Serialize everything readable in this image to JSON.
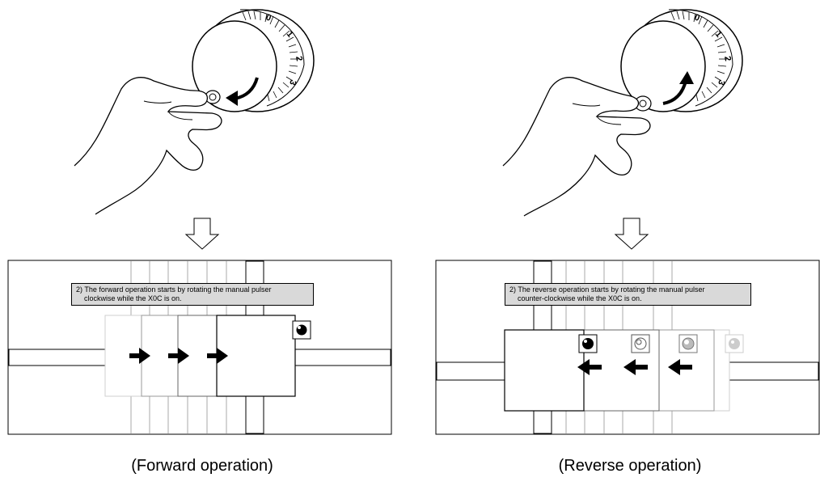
{
  "forward": {
    "dial_ticks": [
      "0",
      "1",
      "2",
      "3"
    ],
    "note_line1": "2) The forward operation starts by rotating the manual pulser",
    "note_line2": "clockwise while the X0C is on.",
    "caption": "(Forward operation)"
  },
  "reverse": {
    "dial_ticks": [
      "0",
      "1",
      "2",
      "3"
    ],
    "note_line1": "2) The reverse operation starts by rotating the manual pulser",
    "note_line2": "counter-clockwise while the X0C is on.",
    "caption": "(Reverse operation)"
  }
}
